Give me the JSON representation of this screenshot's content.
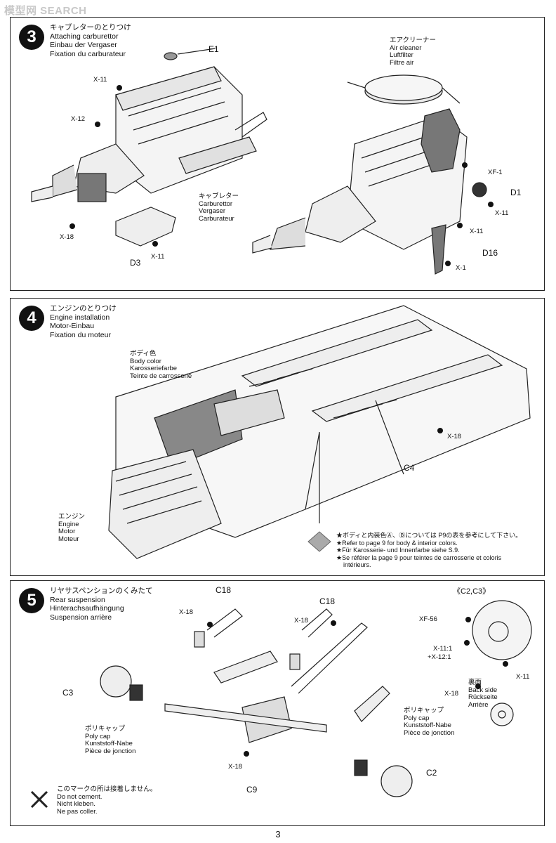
{
  "watermark": "模型网 SEARCH",
  "page_number": "3",
  "step3": {
    "number": "3",
    "title_jp": "キャブレターのとりつけ",
    "title_en": "Attaching carburettor",
    "title_de": "Einbau der Vergaser",
    "title_fr": "Fixation du carburateur",
    "air_cleaner": [
      "エアクリーナー",
      "Air cleaner",
      "Luftfilter",
      "Filtre air"
    ],
    "carburettor": [
      "キャブレター",
      "Carburettor",
      "Vergaser",
      "Carburateur"
    ],
    "parts": {
      "E1": "E1",
      "D3": "D3",
      "D1": "D1",
      "D16": "D16",
      "XF1": "XF-1"
    },
    "screws": {
      "x11": "X-11",
      "x12": "X-12",
      "x18": "X-18",
      "x1": "X-1"
    }
  },
  "step4": {
    "number": "4",
    "title_jp": "エンジンのとりつけ",
    "title_en": "Engine installation",
    "title_de": "Motor-Einbau",
    "title_fr": "Fixation du moteur",
    "body_color": [
      "ボディ色",
      "Body color",
      "Karosseriefarbe",
      "Teinte de carrosserie"
    ],
    "engine": [
      "エンジン",
      "Engine",
      "Motor",
      "Moteur"
    ],
    "part_c4": "C4",
    "screw": "X-18",
    "notes": [
      "★ボディと内装色Ⓐ、Ⓑについては P9の表を参考にして下さい。",
      "★Refer to page 9 for body & interior colors.",
      "★Für Karosserie- und Innenfarbe siehe S.9.",
      "★Se référer la page 9 pour teintes de carrosserie et coloris",
      "intérieurs."
    ]
  },
  "step5": {
    "number": "5",
    "title_jp": "リヤサスペンションのくみたて",
    "title_en": "Rear suspension",
    "title_de": "Hinterachsaufhängung",
    "title_fr": "Suspension arrière",
    "variant": "《C2,C3》",
    "poly_cap": [
      "ポリキャップ",
      "Poly cap",
      "Kunststoff-Nabe",
      "Pièce de jonction"
    ],
    "back_side": [
      "裏面",
      "Back side",
      "Rückseite",
      "Arrière"
    ],
    "parts": {
      "c18": "C18",
      "c3": "C3",
      "c2": "C2",
      "c9": "C9"
    },
    "screws": {
      "x18": "X-18",
      "x11": "X-11",
      "xf56": "XF-56",
      "x11_1": "X-11:1",
      "x12_1": "+X-12:1"
    },
    "no_cement": [
      "このマークの所は接着しません。",
      "Do not cement.",
      "Nicht kleben.",
      "Ne pas coller."
    ]
  }
}
